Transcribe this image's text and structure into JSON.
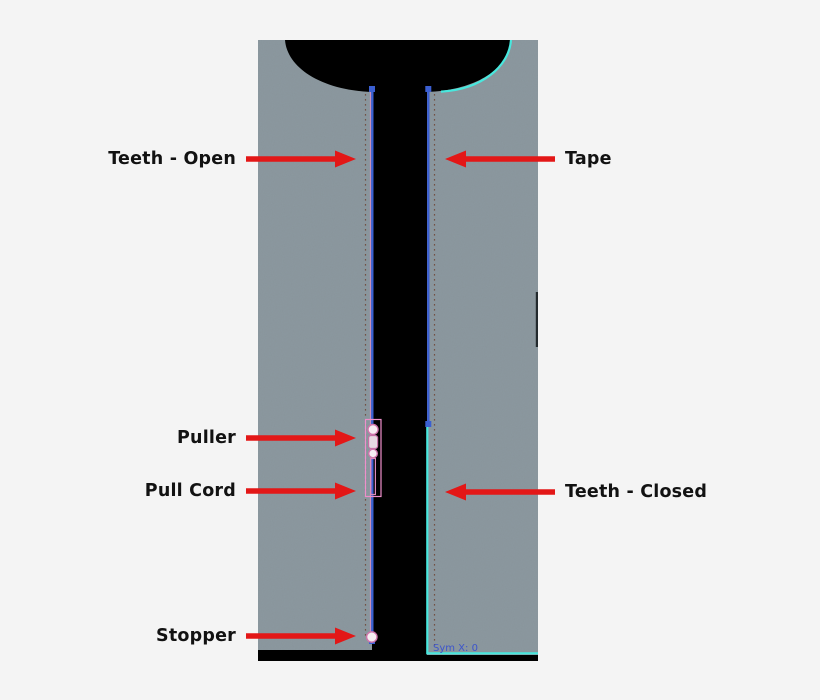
{
  "labels": {
    "teeth_open": "Teeth - Open",
    "tape": "Tape",
    "puller": "Puller",
    "pull_cord": "Pull Cord",
    "teeth_closed": "Teeth - Closed",
    "stopper": "Stopper"
  },
  "viewport": {
    "sym_label": "Sym X: 0"
  },
  "colors": {
    "page_bg": "#f4f4f4",
    "label_text": "#121212",
    "arrow_red": "#e31717",
    "viewport_bg": "#000000",
    "fabric": "#8c99a0",
    "teeth_blue": "#3b5fd1",
    "outline_cyan": "#48e8de",
    "selection_pink": "#ef8fcb",
    "stitch_brown": "#6e4434",
    "sym_blue": "#3d55cc"
  }
}
